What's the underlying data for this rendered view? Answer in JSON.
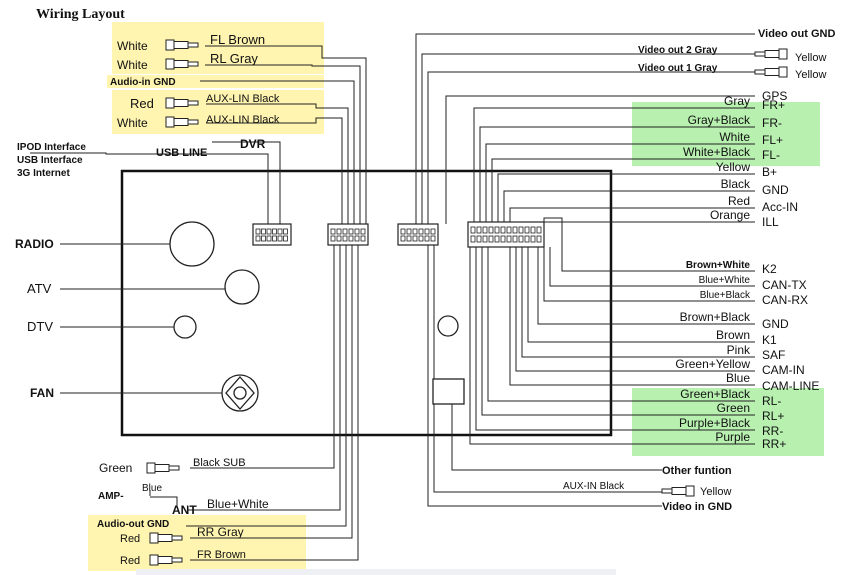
{
  "title": "Wiring Layout",
  "colors": {
    "yellow_zone": "#fff5b0",
    "green_zone": "#b8f0b0",
    "wire": "#222222",
    "frame": "#111111"
  },
  "left_top": [
    {
      "color": "White",
      "label": "FL  Brown"
    },
    {
      "color": "White",
      "label": "RL  Gray"
    },
    {
      "color": "",
      "label": "Audio-in GND"
    },
    {
      "color": "Red",
      "label": "AUX-LIN  Black"
    },
    {
      "color": "White",
      "label": "AUX-LIN  Black"
    }
  ],
  "interfaces": [
    "IPOD Interface",
    "USB Interface",
    "3G Internet"
  ],
  "usb_line": "USB LINE",
  "dvr": "DVR",
  "devices": [
    "RADIO",
    "ATV",
    "DTV",
    "FAN"
  ],
  "bottom_left": {
    "sub_color": "Green",
    "sub_label": "Black  SUB",
    "amp": "AMP-",
    "amp_wire": "Blue",
    "ant": "ANT",
    "ant_wire": "Blue+White",
    "audio_out": "Audio-out GND",
    "rr_color": "Red",
    "rr_label": "RR    Gray",
    "fr_color": "Red",
    "fr_label": "FR      Brown"
  },
  "right_top": {
    "video_out_gnd": "Video out GND",
    "video_out2": "Video out 2  Gray",
    "video_out1": "Video out 1  Gray",
    "yellow": "Yellow",
    "gps": "GPS"
  },
  "right_wires": [
    {
      "wire": "Gray",
      "sig": "FR+"
    },
    {
      "wire": "Gray+Black",
      "sig": "FR-"
    },
    {
      "wire": "White",
      "sig": "FL+"
    },
    {
      "wire": "White+Black",
      "sig": "FL-"
    },
    {
      "wire": "Yellow",
      "sig": "B+"
    },
    {
      "wire": "Black",
      "sig": "GND"
    },
    {
      "wire": "Red",
      "sig": "Acc-IN"
    },
    {
      "wire": "Orange",
      "sig": "ILL"
    },
    {
      "wire": "Brown+White",
      "sig": "K2"
    },
    {
      "wire": "Blue+White",
      "sig": "CAN-TX"
    },
    {
      "wire": "Blue+Black",
      "sig": "CAN-RX"
    },
    {
      "wire": "Brown+Black",
      "sig": "GND"
    },
    {
      "wire": "Brown",
      "sig": "K1"
    },
    {
      "wire": "Pink",
      "sig": "SAF"
    },
    {
      "wire": "Green+Yellow",
      "sig": "CAM-IN"
    },
    {
      "wire": "Blue",
      "sig": "CAM-LINE"
    },
    {
      "wire": "Green+Black",
      "sig": "RL-"
    },
    {
      "wire": "Green",
      "sig": "RL+"
    },
    {
      "wire": "Purple+Black",
      "sig": "RR-"
    },
    {
      "wire": "Purple",
      "sig": "RR+"
    }
  ],
  "right_bottom": {
    "other": "Other funtion",
    "aux_in": "AUX-IN  Black",
    "aux_color": "Yellow",
    "video_in_gnd": "Video in GND"
  }
}
